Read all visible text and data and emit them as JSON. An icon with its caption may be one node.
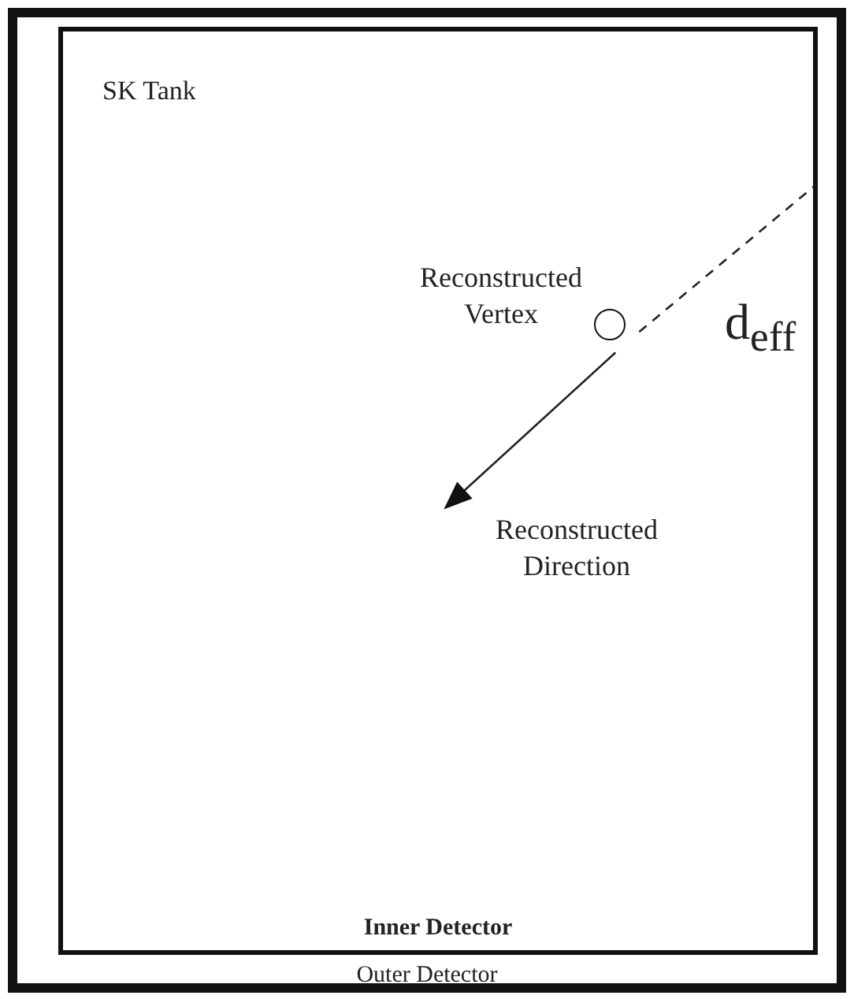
{
  "diagram": {
    "nodes": [
      {
        "text": [
          "Outer Detector"
        ]
      },
      {
        "text": [
          "SK Tank",
          "Inner Detector"
        ],
        "in": 0
      },
      {
        "text": [],
        "shape": "circle",
        "in": 1,
        "beside": [
          "Reconstructed Vertex"
        ]
      }
    ],
    "edges": [
      {
        "from": 2,
        "to": 1,
        "arrow": "none",
        "style": "dashed",
        "label": "d$_{eff}$"
      },
      {
        "from": 2,
        "to": null,
        "arrow": "to"
      }
    ],
    "labels": [
      "Reconstructed Direction"
    ]
  }
}
